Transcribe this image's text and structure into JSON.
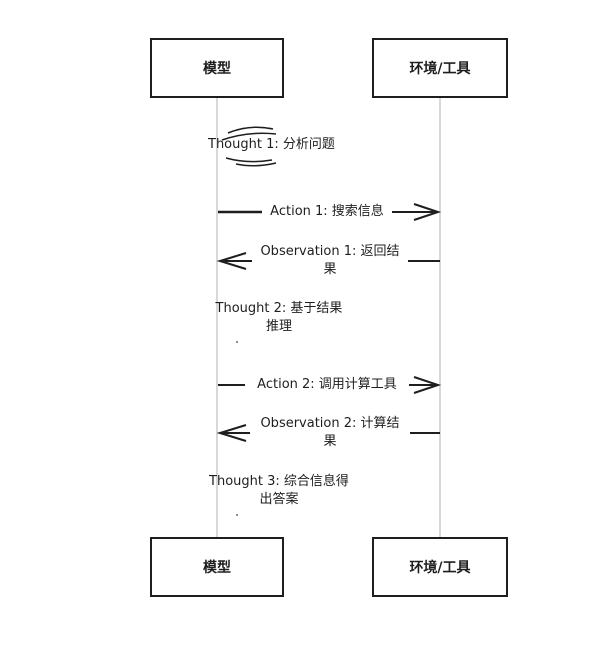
{
  "participants": {
    "model": "模型",
    "env": "环境/工具"
  },
  "steps": {
    "thought1": "Thought 1: 分析问题",
    "action1": "Action 1: 搜索信息",
    "observation1_line1": "Observation 1: 返回结",
    "observation1_line2": "果",
    "thought2_line1": "Thought 2: 基于结果",
    "thought2_line2": "推理",
    "action2": "Action 2: 调用计算工具",
    "observation2_line1": "Observation 2: 计算结",
    "observation2_line2": "果",
    "thought3_line1": "Thought 3: 综合信息得",
    "thought3_line2": "出答案"
  },
  "colors": {
    "stroke": "#1e1e1e",
    "lifeline": "#bdbdbd",
    "background": "#ffffff"
  }
}
